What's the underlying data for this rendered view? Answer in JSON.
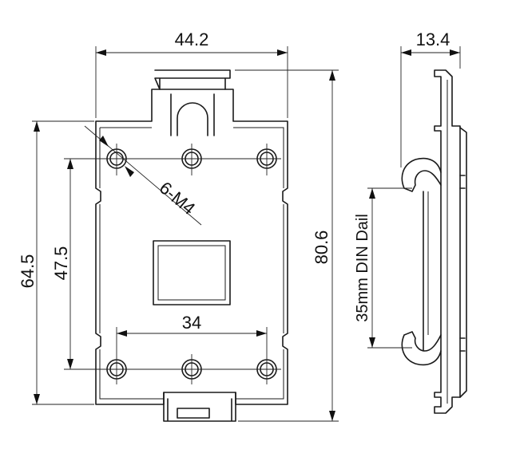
{
  "dimensions": {
    "width_total": "44.2",
    "side_depth": "13.4",
    "height_total": "80.6",
    "height_outer_holes": "64.5",
    "height_inner": "47.5",
    "hole_spacing_bottom": "34",
    "hole_callout": "6-M4",
    "rail_label": "35mm DIN Dail"
  }
}
